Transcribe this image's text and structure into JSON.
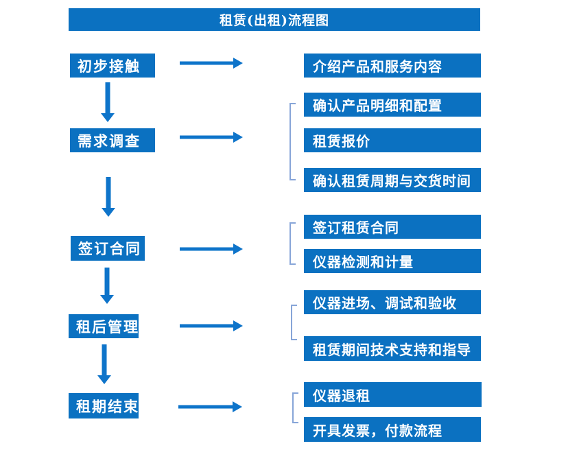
{
  "title": "租赁(出租)流程图",
  "colors": {
    "box_blue": "#0b71c1",
    "arrow_blue": "#0e74ca",
    "bracket_blue": "#87a5d8",
    "text": "#ffffff"
  },
  "flow": {
    "stages": [
      {
        "label": "初步接触",
        "outputs": [
          "介绍产品和服务内容"
        ]
      },
      {
        "label": "需求调查",
        "outputs": [
          "确认产品明细和配置",
          "租赁报价",
          "确认租赁周期与交货时间"
        ]
      },
      {
        "label": "签订合同",
        "outputs": [
          "签订租赁合同",
          "仪器检测和计量"
        ]
      },
      {
        "label": "租后管理",
        "outputs": [
          "仪器进场、调试和验收",
          "租赁期间技术支持和指导"
        ]
      },
      {
        "label": "租期结束",
        "outputs": [
          "仪器退租",
          "开具发票，付款流程"
        ]
      }
    ]
  }
}
